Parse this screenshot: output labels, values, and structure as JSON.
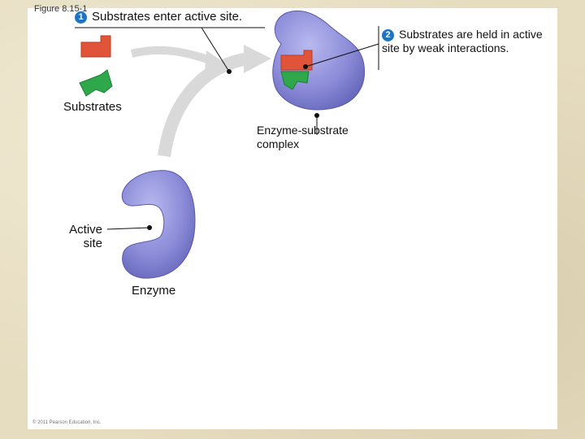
{
  "figure_label": "Figure 8.15-1",
  "step1": {
    "number": "1",
    "text": "Substrates enter active site."
  },
  "step2": {
    "number": "2",
    "text": "Substrates are held in active site by weak interactions."
  },
  "labels": {
    "substrates": "Substrates",
    "enzyme_substrate_complex": "Enzyme-substrate complex",
    "active_site": "Active site",
    "enzyme": "Enzyme"
  },
  "copyright": "© 2011 Pearson Education, Inc.",
  "colors": {
    "enzyme": "#8a8ad8",
    "substrate_red": "#e0553a",
    "substrate_green": "#2ea84a",
    "arrow": "#dadada",
    "step_badge": "#1f73c4"
  }
}
